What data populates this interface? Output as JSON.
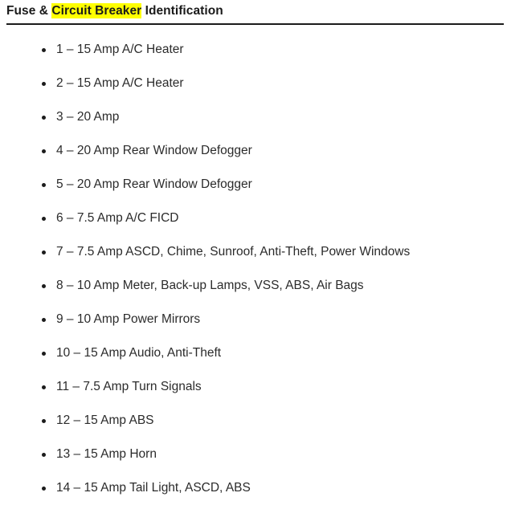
{
  "document": {
    "title_parts": [
      {
        "text": "Fuse & ",
        "highlight": false
      },
      {
        "text": "Circuit Breaker",
        "highlight": true
      },
      {
        "text": " Identification",
        "highlight": false
      }
    ],
    "title_plain": "Fuse & Circuit Breaker Identification",
    "highlight_color": "#ffff00",
    "text_color": "#2b2b2b",
    "divider_color": "#1b1b1b",
    "background_color": "#ffffff"
  },
  "fuse_list": {
    "separator": "–",
    "items": [
      {
        "number": "1",
        "label": "1 – 15 Amp A/C Heater"
      },
      {
        "number": "2",
        "label": "2 – 15 Amp A/C Heater"
      },
      {
        "number": "3",
        "label": "3 – 20 Amp"
      },
      {
        "number": "4",
        "label": "4 – 20 Amp Rear Window Defogger"
      },
      {
        "number": "5",
        "label": "5 – 20 Amp Rear Window Defogger"
      },
      {
        "number": "6",
        "label": "6 – 7.5 Amp A/C FICD"
      },
      {
        "number": "7",
        "label": "7 – 7.5 Amp ASCD, Chime, Sunroof, Anti-Theft, Power Windows"
      },
      {
        "number": "8",
        "label": "8 – 10 Amp Meter, Back-up Lamps, VSS, ABS, Air Bags"
      },
      {
        "number": "9",
        "label": "9 – 10 Amp Power Mirrors"
      },
      {
        "number": "10",
        "label": "10 – 15 Amp Audio, Anti-Theft"
      },
      {
        "number": "11",
        "label": "11 – 7.5 Amp Turn Signals"
      },
      {
        "number": "12",
        "label": "12 – 15 Amp ABS"
      },
      {
        "number": "13",
        "label": "13 – 15 Amp Horn"
      },
      {
        "number": "14",
        "label": "14 – 15 Amp Tail Light, ASCD, ABS"
      }
    ]
  }
}
